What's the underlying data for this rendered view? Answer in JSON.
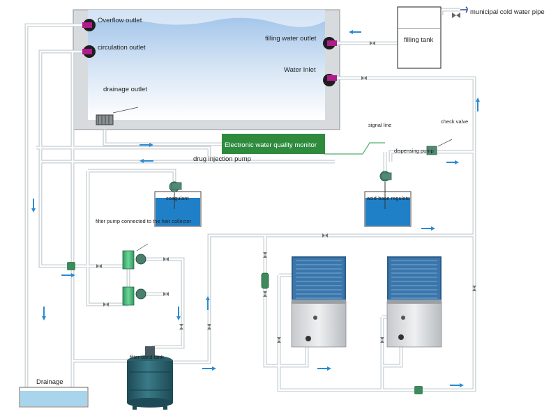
{
  "labels": {
    "overflow_outlet": "Overflow outlet",
    "circulation_outlet": "circulation outlet",
    "drainage_outlet": "drainage outlet",
    "filling_water_outlet": "filling water outlet",
    "water_inlet": "Water Inlet",
    "filling_tank": "filling tank",
    "municipal_pipe": "municipal cold water pipe",
    "signal_line": "signal line",
    "check_valve": "check valve",
    "electronic_monitor": "Electronic water quality monitor",
    "dispensing_pump": "dispensing pump",
    "drug_injection_pump": "drug injection pump",
    "coagulant": "coagulant",
    "acid_base_regulator": "acid-base regulato",
    "filter_pump_note": "filter pump connected to the hair collector",
    "filter_sand_tank": "filter sand tank",
    "drainage": "Drainage"
  },
  "colors": {
    "pipe": "#c9d0d4",
    "flow_arrow": "#2a8bd0",
    "monitor_box": "#2e8b3e",
    "chemical_tank": "#1f7fc7",
    "valve_magenta": "#b01c8b",
    "filter_green": "#3cae6e",
    "sand_tank": "#2a5f6b"
  },
  "icons": [
    "valve-icon",
    "pump-icon",
    "heat-pump-unit-icon",
    "flow-arrow-icon",
    "check-valve-icon"
  ]
}
